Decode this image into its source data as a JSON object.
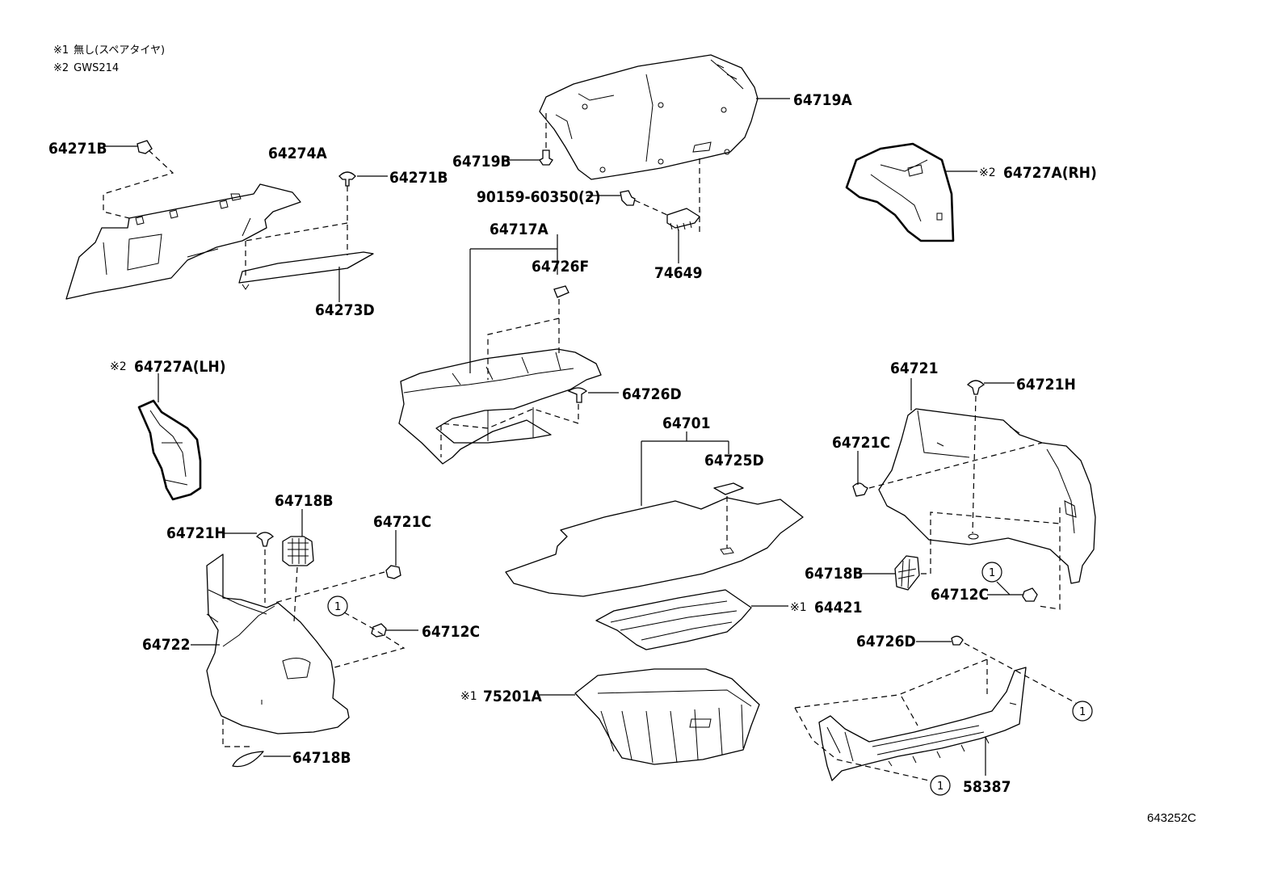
{
  "notes": [
    {
      "mark": "※1",
      "text": "無し(スペアタイヤ)"
    },
    {
      "mark": "※2",
      "text": "GWS214"
    }
  ],
  "labels": {
    "p64271B_left": "64271B",
    "p64274A": "64274A",
    "p64271B_right": "64271B",
    "p64273D": "64273D",
    "p64719A": "64719A",
    "p64719B": "64719B",
    "p90159": "90159-60350(2)",
    "p74649": "74649",
    "p64727A_RH": "64727A(RH)",
    "p64717A": "64717A",
    "p64726F": "64726F",
    "p64726D_top": "64726D",
    "p64727A_LH": "64727A(LH)",
    "p64718B_top": "64718B",
    "p64721H_left": "64721H",
    "p64721C_left": "64721C",
    "p64712C_left": "64712C",
    "p64722": "64722",
    "p64718B_bottom": "64718B",
    "p64701": "64701",
    "p64725D": "64725D",
    "p64421": "64421",
    "p75201A": "75201A",
    "p64721": "64721",
    "p64721H_right": "64721H",
    "p64721C_right": "64721C",
    "p64718B_right": "64718B",
    "p64712C_right": "64712C",
    "p64726D_bottom": "64726D",
    "p58387": "58387"
  },
  "note_marks": {
    "m1": "※1",
    "m2": "※2"
  },
  "callout_ref": "1",
  "diagram_code": "643252C"
}
